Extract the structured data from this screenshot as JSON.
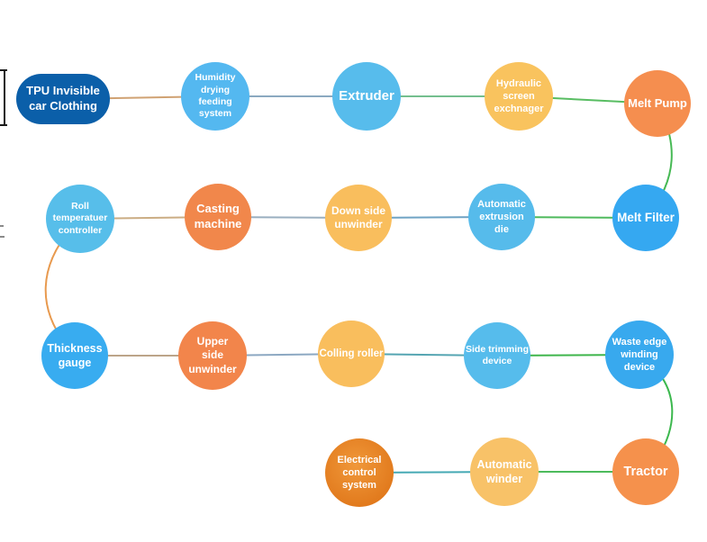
{
  "diagram": {
    "description": "TPU cast film production line flowchart",
    "nodes": [
      {
        "id": "tpu",
        "label": "TPU Invisible\ncar Clothing",
        "color": "#0b5fa9"
      },
      {
        "id": "humidity",
        "label": "Humidity\ndrying\nfeeding system",
        "color": "#54b8f0"
      },
      {
        "id": "extruder",
        "label": "Extruder",
        "color": "#57bcec"
      },
      {
        "id": "hydraulic",
        "label": "Hydraulic\nscreen\nexchnager",
        "color": "#f9c35e"
      },
      {
        "id": "meltpump",
        "label": "Melt Pump",
        "color": "#f58e4f"
      },
      {
        "id": "roll",
        "label": "Roll\ntemperatuer\ncontroller",
        "color": "#57beea"
      },
      {
        "id": "casting",
        "label": "Casting\nmachine",
        "color": "#f1874b"
      },
      {
        "id": "downside",
        "label": "Down side\nunwinder",
        "color": "#f9be5d"
      },
      {
        "id": "autodie",
        "label": "Automatic\nextrusion\ndie",
        "color": "#56bbeb"
      },
      {
        "id": "meltfilter",
        "label": "Melt Filter",
        "color": "#35a8f1"
      },
      {
        "id": "thickness",
        "label": "Thickness\ngauge",
        "color": "#38acf0"
      },
      {
        "id": "upperside",
        "label": "Upper\nside\nunwinder",
        "color": "#f2854b"
      },
      {
        "id": "colling",
        "label": "Colling roller",
        "color": "#f9be5d"
      },
      {
        "id": "sidetrim",
        "label": "Side trimming\ndevice",
        "color": "#56bcec"
      },
      {
        "id": "wasteedge",
        "label": "Waste edge\nwinding\ndevice",
        "color": "#38a9ee"
      },
      {
        "id": "electrical",
        "label": "Electrical\ncontrol\nsystem",
        "color": "radial-gradient(circle at 45% 40%, #f0983a 0%, #e0771a 80%)"
      },
      {
        "id": "autowinder",
        "label": "Automatic\nwinder",
        "color": "#f8c268"
      },
      {
        "id": "tractor",
        "label": "Tractor",
        "color": "#f5914c"
      }
    ],
    "connectors": [
      {
        "from": "TPU Invisible car Clothing",
        "to": "Humidity drying feeding system",
        "color": "#d0a273"
      },
      {
        "from": "Humidity drying feeding system",
        "to": "Extruder",
        "color": "#8ba9c0"
      },
      {
        "from": "Extruder",
        "to": "Hydraulic screen exchnager",
        "color": "#74bf8e"
      },
      {
        "from": "Hydraulic screen exchnager",
        "to": "Melt Pump",
        "color": "#58bd62"
      },
      {
        "from": "Melt Pump",
        "to": "Melt Filter",
        "color": "#46b954"
      },
      {
        "from": "Melt Filter",
        "to": "Automatic extrusion die",
        "color": "#4fba5d"
      },
      {
        "from": "Automatic extrusion die",
        "to": "Down side unwinder",
        "color": "#6fa3c4"
      },
      {
        "from": "Down side unwinder",
        "to": "Casting machine",
        "color": "#9aafc0"
      },
      {
        "from": "Casting machine",
        "to": "Roll temperatuer controller",
        "color": "#cbad84"
      },
      {
        "from": "Roll temperatuer controller",
        "to": "Thickness gauge",
        "color": "#e89a4f"
      },
      {
        "from": "Thickness gauge",
        "to": "Upper side unwinder",
        "color": "#bca489"
      },
      {
        "from": "Upper side unwinder",
        "to": "Colling roller",
        "color": "#8ca8c2"
      },
      {
        "from": "Colling roller",
        "to": "Side trimming device",
        "color": "#55a5b2"
      },
      {
        "from": "Side trimming device",
        "to": "Waste edge winding device",
        "color": "#3eb54b"
      },
      {
        "from": "Waste edge winding device",
        "to": "Tractor",
        "color": "#3cb84e"
      },
      {
        "from": "Tractor",
        "to": "Automatic winder",
        "color": "#4cbb5c"
      },
      {
        "from": "Automatic winder",
        "to": "Electrical control system",
        "color": "#45a9b4"
      }
    ]
  }
}
